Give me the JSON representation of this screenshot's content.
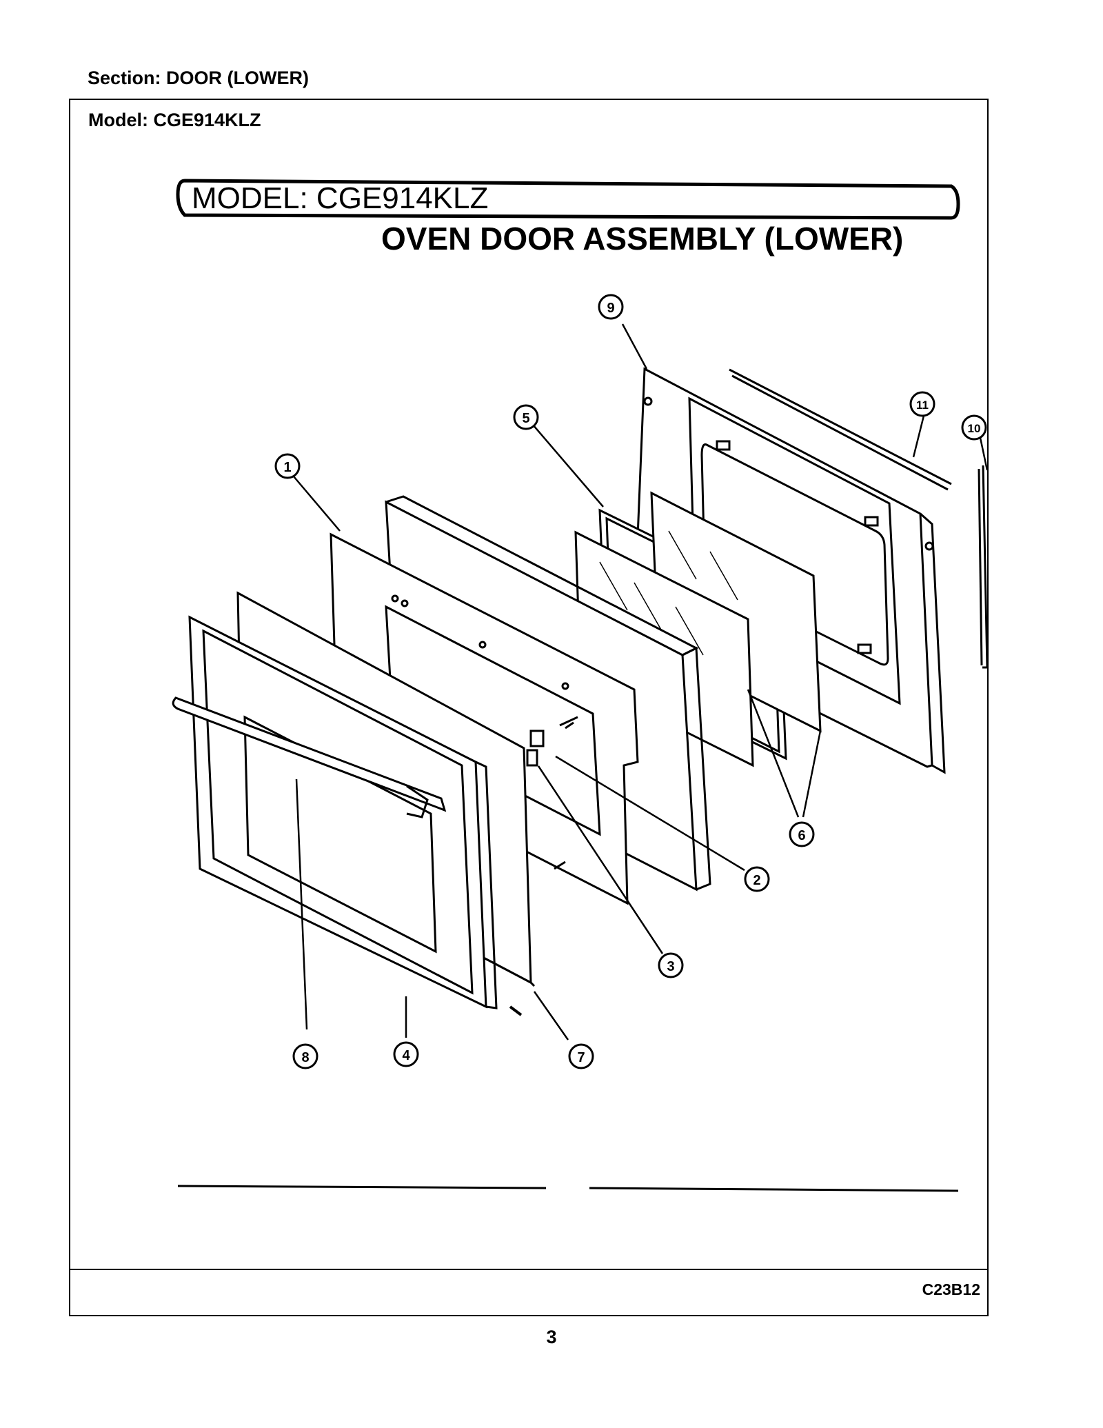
{
  "header": {
    "section_label": "Section:  DOOR (LOWER)",
    "model_label": "Model:  CGE914KLZ"
  },
  "diagram": {
    "model_banner": "MODEL: CGE914KLZ",
    "assembly_title": "OVEN DOOR ASSEMBLY (LOWER)",
    "callouts": [
      "1",
      "2",
      "3",
      "4",
      "5",
      "6",
      "7",
      "8",
      "9",
      "10",
      "11"
    ]
  },
  "footer": {
    "code": "C23B12",
    "page_number": "3"
  }
}
